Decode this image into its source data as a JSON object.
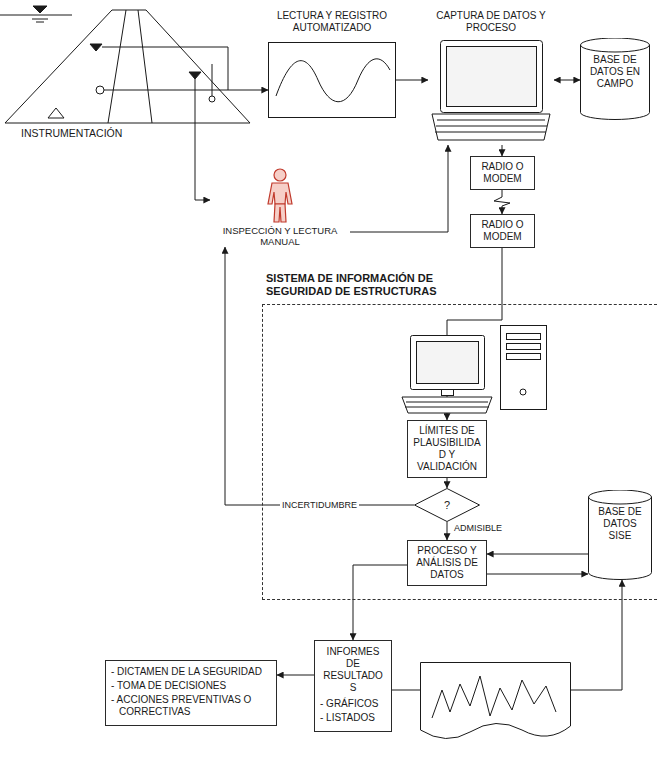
{
  "diagram": {
    "nodes": [
      {
        "text": [
          "LECTURA Y REGISTRO AUTOMATIZADO"
        ]
      },
      {
        "text": [
          "CAPTURA DE DATOS Y PROCESO"
        ]
      },
      {
        "text": [
          "BASE DE DATOS EN CAMPO"
        ]
      },
      {
        "text": [
          "INSTRUMENTACIÓN"
        ]
      },
      {
        "text": [
          "RADIO O MODEM"
        ]
      },
      {
        "text": [
          "INSPECCIÓN Y LECTURA MANUAL"
        ]
      },
      {
        "text": [
          "RADIO O MODEM"
        ]
      },
      {
        "text": [
          "SISTEMA DE INFORMACIÓN DE SEGURIDAD DE ESTRUCTURAS"
        ]
      },
      {
        "text": [
          "LÍMITES DE PLAUSIBILIDAD Y VALIDACIÓN"
        ],
        "in": 7
      },
      {
        "text": [
          "?"
        ],
        "in": 7
      },
      {
        "text": [
          "PROCESO Y ANÁLISIS DE DATOS"
        ],
        "in": 7
      },
      {
        "text": [
          "BASE DE DATOS SISE"
        ],
        "in": 7
      },
      {
        "text": [
          "INFORMES DE RESULTADOS",
          "- GRÁFICOS",
          "- LISTADOS"
        ]
      },
      {
        "text": [
          "- DICTAMEN DE LA SEGURIDAD",
          "- TOMA DE DECISIONES",
          "- ACCIONES PREVENTIVAS O CORRECTIVAS"
        ]
      }
    ],
    "edges": [
      {
        "from": 3,
        "to": 0,
        "arrow": "to"
      },
      {
        "from": 0,
        "to": 1,
        "arrow": "to"
      },
      {
        "from": 1,
        "to": 2,
        "arrow": "both"
      },
      {
        "from": 1,
        "to": 4,
        "arrow": "to"
      },
      {
        "from": 4,
        "to": 6,
        "arrow": "to"
      },
      {
        "from": 3,
        "to": 5,
        "arrow": "to"
      },
      {
        "from": 5,
        "to": 1,
        "arrow": "to"
      },
      {
        "from": 6,
        "to": 8,
        "arrow": "to"
      },
      {
        "from": 8,
        "to": 9,
        "arrow": "to"
      },
      {
        "from": 9,
        "to": 10,
        "label": "ADMISIBLE",
        "arrow": "to"
      },
      {
        "from": 9,
        "to": 5,
        "label": "INCERTIDUMBRE",
        "arrow": "to"
      },
      {
        "from": 11,
        "to": 10,
        "arrow": "to"
      },
      {
        "from": 10,
        "to": 11,
        "arrow": "to"
      },
      {
        "from": 10,
        "to": 12,
        "arrow": "to"
      },
      {
        "from": 12,
        "to": 13,
        "arrow": "to"
      },
      {
        "from": 12,
        "to": 11,
        "arrow": "to"
      }
    ]
  }
}
